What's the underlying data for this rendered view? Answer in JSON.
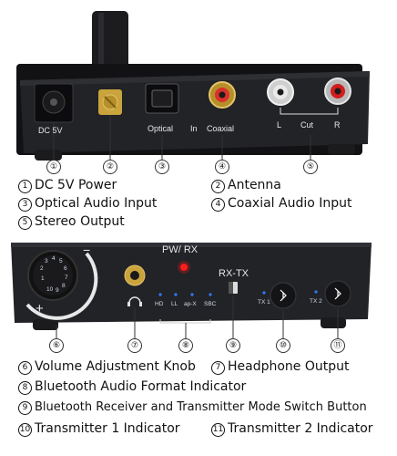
{
  "top_panel": {
    "dc_label": "DC 5V",
    "optical_coaxial_label": "Optical - In - Coaxial",
    "optical_word": "Optical",
    "in_word": "In",
    "coaxial_word": "Coaxial",
    "lr_label": "L — Cut — R",
    "l_word": "L",
    "cut_word": "Cut",
    "r_word": "R"
  },
  "top_callouts": [
    "①",
    "②",
    "③",
    "④",
    "⑤"
  ],
  "top_legend": [
    {
      "num": "1",
      "text": "DC 5V Power"
    },
    {
      "num": "2",
      "text": "Antenna"
    },
    {
      "num": "3",
      "text": "Optical Audio Input"
    },
    {
      "num": "4",
      "text": "Coaxial Audio Input"
    },
    {
      "num": "5",
      "text": "Stereo Output"
    }
  ],
  "bottom_panel": {
    "pwrx_label": "PW/ RX",
    "rxtx_label": "RX-TX",
    "minus": "−",
    "plus": "+",
    "knob_numbers": [
      "1",
      "2",
      "3",
      "4",
      "5",
      "6",
      "7",
      "8",
      "9",
      "10"
    ],
    "format_labels": [
      "HD",
      "LL",
      "ap-X",
      "SBC"
    ],
    "tx1_label": "TX 1",
    "tx2_label": "TX 2"
  },
  "bottom_callouts": [
    "⑥",
    "⑦",
    "⑧",
    "⑨",
    "⑩",
    "⑪"
  ],
  "bottom_legend": [
    {
      "num": "6",
      "text": "Volume Adjustment Knob"
    },
    {
      "num": "7",
      "text": "Headphone Output"
    },
    {
      "num": "8",
      "text": "Bluetooth Audio Format Indicator"
    },
    {
      "num": "9",
      "text": "Bluetooth Receiver and Transmitter Mode Switch Button"
    },
    {
      "num": "10",
      "text": "Transmitter 1 Indicator"
    },
    {
      "num": "11",
      "text": "Transmitter 2 Indicator"
    }
  ],
  "colors": {
    "panel": "#1f2024",
    "gold": "#c9a33b",
    "blue_led": "#2f7bff",
    "red_led": "#ff1d1d",
    "rca_red": "#d21c1c",
    "rca_white": "#e9e9e9"
  }
}
